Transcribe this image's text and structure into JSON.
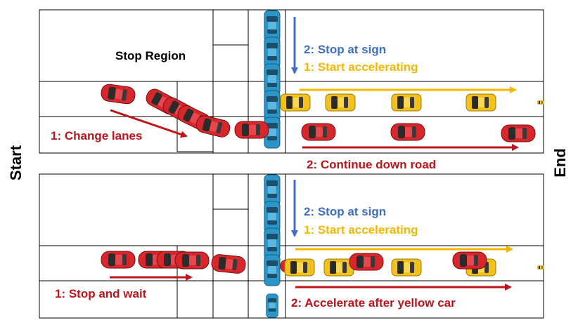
{
  "side_labels": {
    "start": "Start",
    "end": "End"
  },
  "colors": {
    "red": "#c0131c",
    "blue": "#3f6fc6",
    "yellow": "#f5b800",
    "car_red": "#d8262d",
    "car_yellow": "#f2c21a",
    "car_blue": "#2c95c7"
  },
  "panels": [
    {
      "id": "top",
      "region_label": "Stop Region",
      "blue_label": "2: Stop at sign",
      "yellow_label": "1: Start accelerating",
      "red_left_label": "1: Change lanes",
      "red_right_label": "2: Continue down road"
    },
    {
      "id": "bottom",
      "blue_label": "2: Stop at sign",
      "yellow_label": "1: Start accelerating",
      "red_left_label": "1: Stop and wait",
      "red_right_label": "2: Accelerate after yellow car"
    }
  ],
  "icons": [
    "red-car-icon",
    "yellow-car-icon",
    "blue-car-icon"
  ]
}
